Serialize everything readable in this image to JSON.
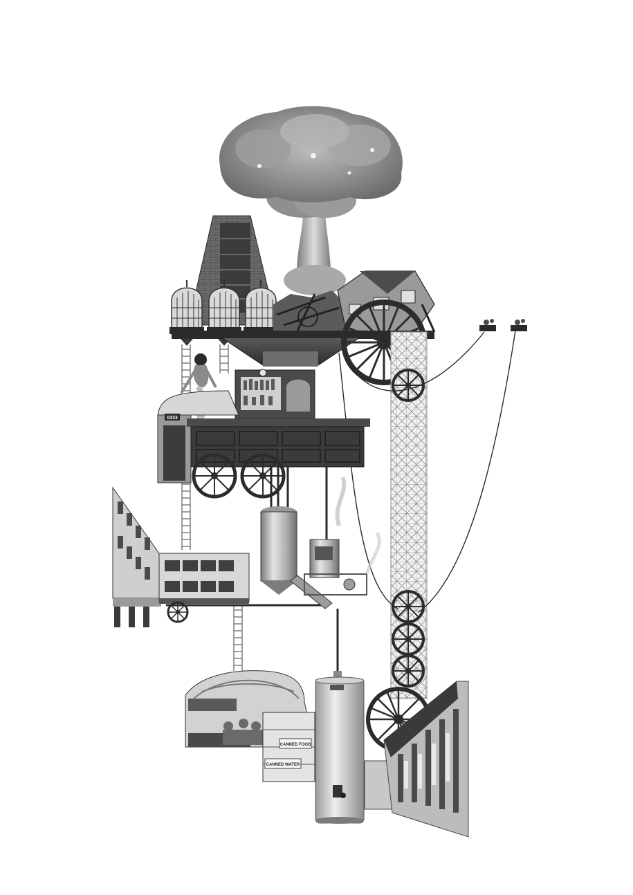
{
  "artwork": {
    "labels": {
      "sign_number": "0333",
      "canned_food": "CANNED FOOD",
      "canned_water": "CANNED WATER"
    },
    "palette": {
      "background": "#ffffff",
      "ink": "#1f1f1f",
      "mid_gray": "#8a8a8a",
      "light_gray": "#cfcfcf",
      "wood": "#3b3b3b",
      "steel": "#b5b5b5"
    },
    "icons": [
      "mushroom-cloud-icon",
      "wagon-wheel-icon",
      "ladder-icon",
      "bird-cage-icon",
      "water-heater-icon",
      "pulley-icon"
    ]
  }
}
